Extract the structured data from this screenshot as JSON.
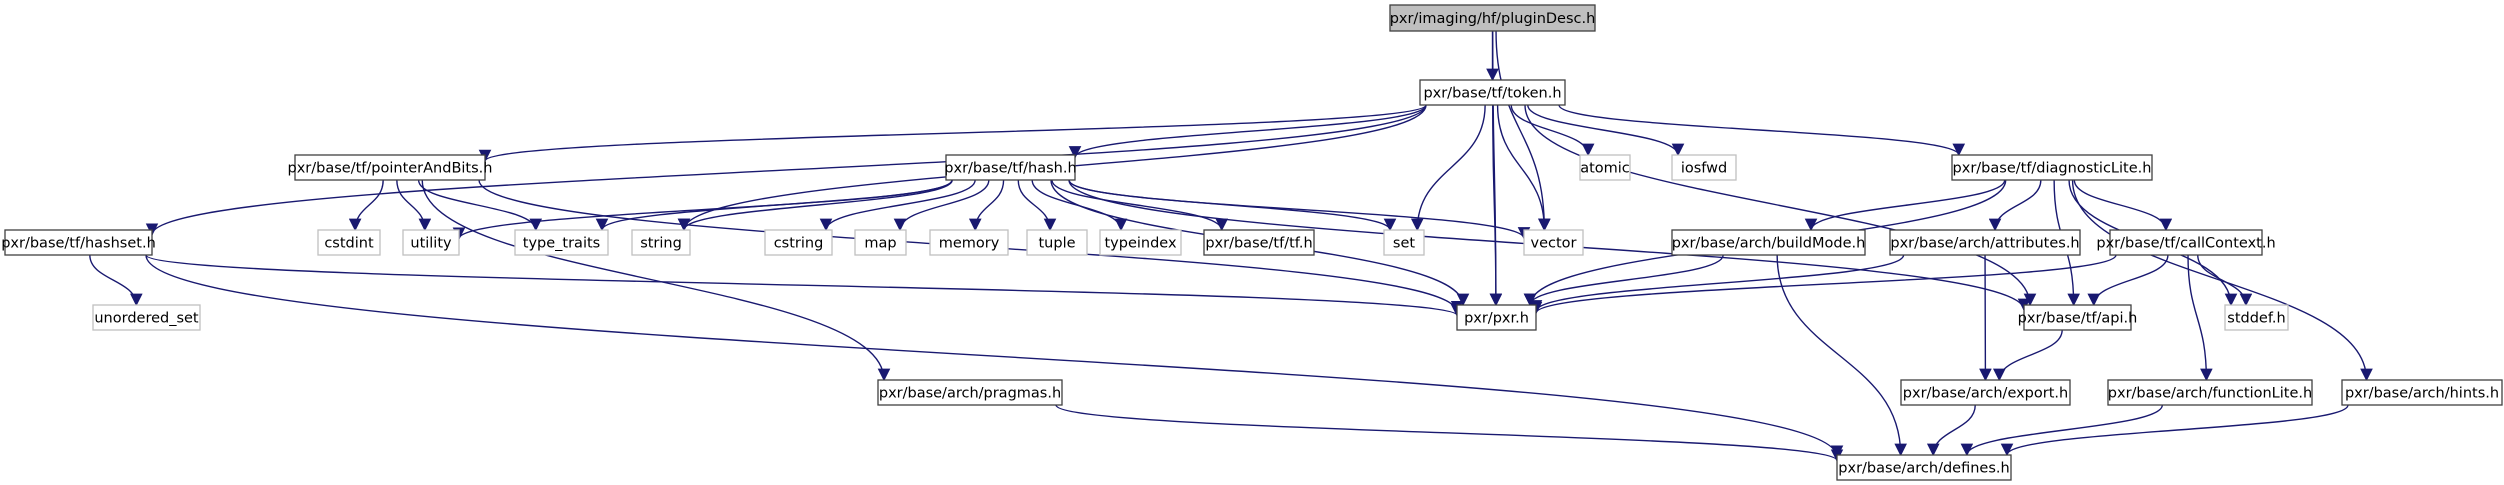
{
  "diagram": {
    "title": "pxr/imaging/hf/pluginDesc.h",
    "edge_color": "#191970",
    "root_fill": "#bfbfbf",
    "project_border": "#404040",
    "system_border": "#c0c0c0",
    "nodes": [
      {
        "id": "root",
        "label": "pxr/imaging/hf/pluginDesc.h",
        "kind": "root"
      },
      {
        "id": "token",
        "label": "pxr/base/tf/token.h",
        "kind": "project"
      },
      {
        "id": "pab",
        "label": "pxr/base/tf/pointerAndBits.h",
        "kind": "project"
      },
      {
        "id": "hash",
        "label": "pxr/base/tf/hash.h",
        "kind": "project"
      },
      {
        "id": "atomic",
        "label": "atomic",
        "kind": "system"
      },
      {
        "id": "iosfwd",
        "label": "iosfwd",
        "kind": "system"
      },
      {
        "id": "diag",
        "label": "pxr/base/tf/diagnosticLite.h",
        "kind": "project"
      },
      {
        "id": "hashset",
        "label": "pxr/base/tf/hashset.h",
        "kind": "project"
      },
      {
        "id": "cstdint",
        "label": "cstdint",
        "kind": "system"
      },
      {
        "id": "utility",
        "label": "utility",
        "kind": "system"
      },
      {
        "id": "type_traits",
        "label": "type_traits",
        "kind": "system"
      },
      {
        "id": "string",
        "label": "string",
        "kind": "system"
      },
      {
        "id": "cstring",
        "label": "cstring",
        "kind": "system"
      },
      {
        "id": "map",
        "label": "map",
        "kind": "system"
      },
      {
        "id": "memory",
        "label": "memory",
        "kind": "system"
      },
      {
        "id": "tuple",
        "label": "tuple",
        "kind": "system"
      },
      {
        "id": "typeindex",
        "label": "typeindex",
        "kind": "system"
      },
      {
        "id": "tfh",
        "label": "pxr/base/tf/tf.h",
        "kind": "project"
      },
      {
        "id": "set",
        "label": "set",
        "kind": "system"
      },
      {
        "id": "vector",
        "label": "vector",
        "kind": "system"
      },
      {
        "id": "buildMode",
        "label": "pxr/base/arch/buildMode.h",
        "kind": "project"
      },
      {
        "id": "attributes",
        "label": "pxr/base/arch/attributes.h",
        "kind": "project"
      },
      {
        "id": "callContext",
        "label": "pxr/base/tf/callContext.h",
        "kind": "project"
      },
      {
        "id": "unordered_set",
        "label": "unordered_set",
        "kind": "system"
      },
      {
        "id": "pxr",
        "label": "pxr/pxr.h",
        "kind": "project"
      },
      {
        "id": "api",
        "label": "pxr/base/tf/api.h",
        "kind": "project"
      },
      {
        "id": "stddef",
        "label": "stddef.h",
        "kind": "system"
      },
      {
        "id": "pragmas",
        "label": "pxr/base/arch/pragmas.h",
        "kind": "project"
      },
      {
        "id": "export",
        "label": "pxr/base/arch/export.h",
        "kind": "project"
      },
      {
        "id": "functionLite",
        "label": "pxr/base/arch/functionLite.h",
        "kind": "project"
      },
      {
        "id": "hints",
        "label": "pxr/base/arch/hints.h",
        "kind": "project"
      },
      {
        "id": "defines",
        "label": "pxr/base/arch/defines.h",
        "kind": "project"
      }
    ],
    "edges": [
      [
        "root",
        "token"
      ],
      [
        "root",
        "pxr"
      ],
      [
        "root",
        "vector"
      ],
      [
        "token",
        "pab"
      ],
      [
        "token",
        "hash"
      ],
      [
        "token",
        "atomic"
      ],
      [
        "token",
        "iosfwd"
      ],
      [
        "token",
        "diag"
      ],
      [
        "token",
        "hashset"
      ],
      [
        "token",
        "string"
      ],
      [
        "token",
        "set"
      ],
      [
        "token",
        "vector"
      ],
      [
        "token",
        "pxr"
      ],
      [
        "token",
        "api"
      ],
      [
        "pab",
        "cstdint"
      ],
      [
        "pab",
        "utility"
      ],
      [
        "pab",
        "type_traits"
      ],
      [
        "pab",
        "pxr"
      ],
      [
        "pab",
        "pragmas"
      ],
      [
        "hash",
        "utility"
      ],
      [
        "hash",
        "type_traits"
      ],
      [
        "hash",
        "string"
      ],
      [
        "hash",
        "cstring"
      ],
      [
        "hash",
        "map"
      ],
      [
        "hash",
        "memory"
      ],
      [
        "hash",
        "tuple"
      ],
      [
        "hash",
        "typeindex"
      ],
      [
        "hash",
        "tfh"
      ],
      [
        "hash",
        "set"
      ],
      [
        "hash",
        "vector"
      ],
      [
        "hash",
        "pxr"
      ],
      [
        "hash",
        "api"
      ],
      [
        "diag",
        "pxr"
      ],
      [
        "diag",
        "buildMode"
      ],
      [
        "diag",
        "attributes"
      ],
      [
        "diag",
        "callContext"
      ],
      [
        "diag",
        "api"
      ],
      [
        "diag",
        "stddef"
      ],
      [
        "diag",
        "hints"
      ],
      [
        "hashset",
        "unordered_set"
      ],
      [
        "hashset",
        "pxr"
      ],
      [
        "hashset",
        "defines"
      ],
      [
        "buildMode",
        "pxr"
      ],
      [
        "buildMode",
        "defines"
      ],
      [
        "attributes",
        "pxr"
      ],
      [
        "attributes",
        "export"
      ],
      [
        "callContext",
        "pxr"
      ],
      [
        "callContext",
        "api"
      ],
      [
        "callContext",
        "stddef"
      ],
      [
        "callContext",
        "functionLite"
      ],
      [
        "api",
        "export"
      ],
      [
        "pragmas",
        "defines"
      ],
      [
        "export",
        "defines"
      ],
      [
        "functionLite",
        "defines"
      ],
      [
        "hints",
        "defines"
      ]
    ]
  }
}
